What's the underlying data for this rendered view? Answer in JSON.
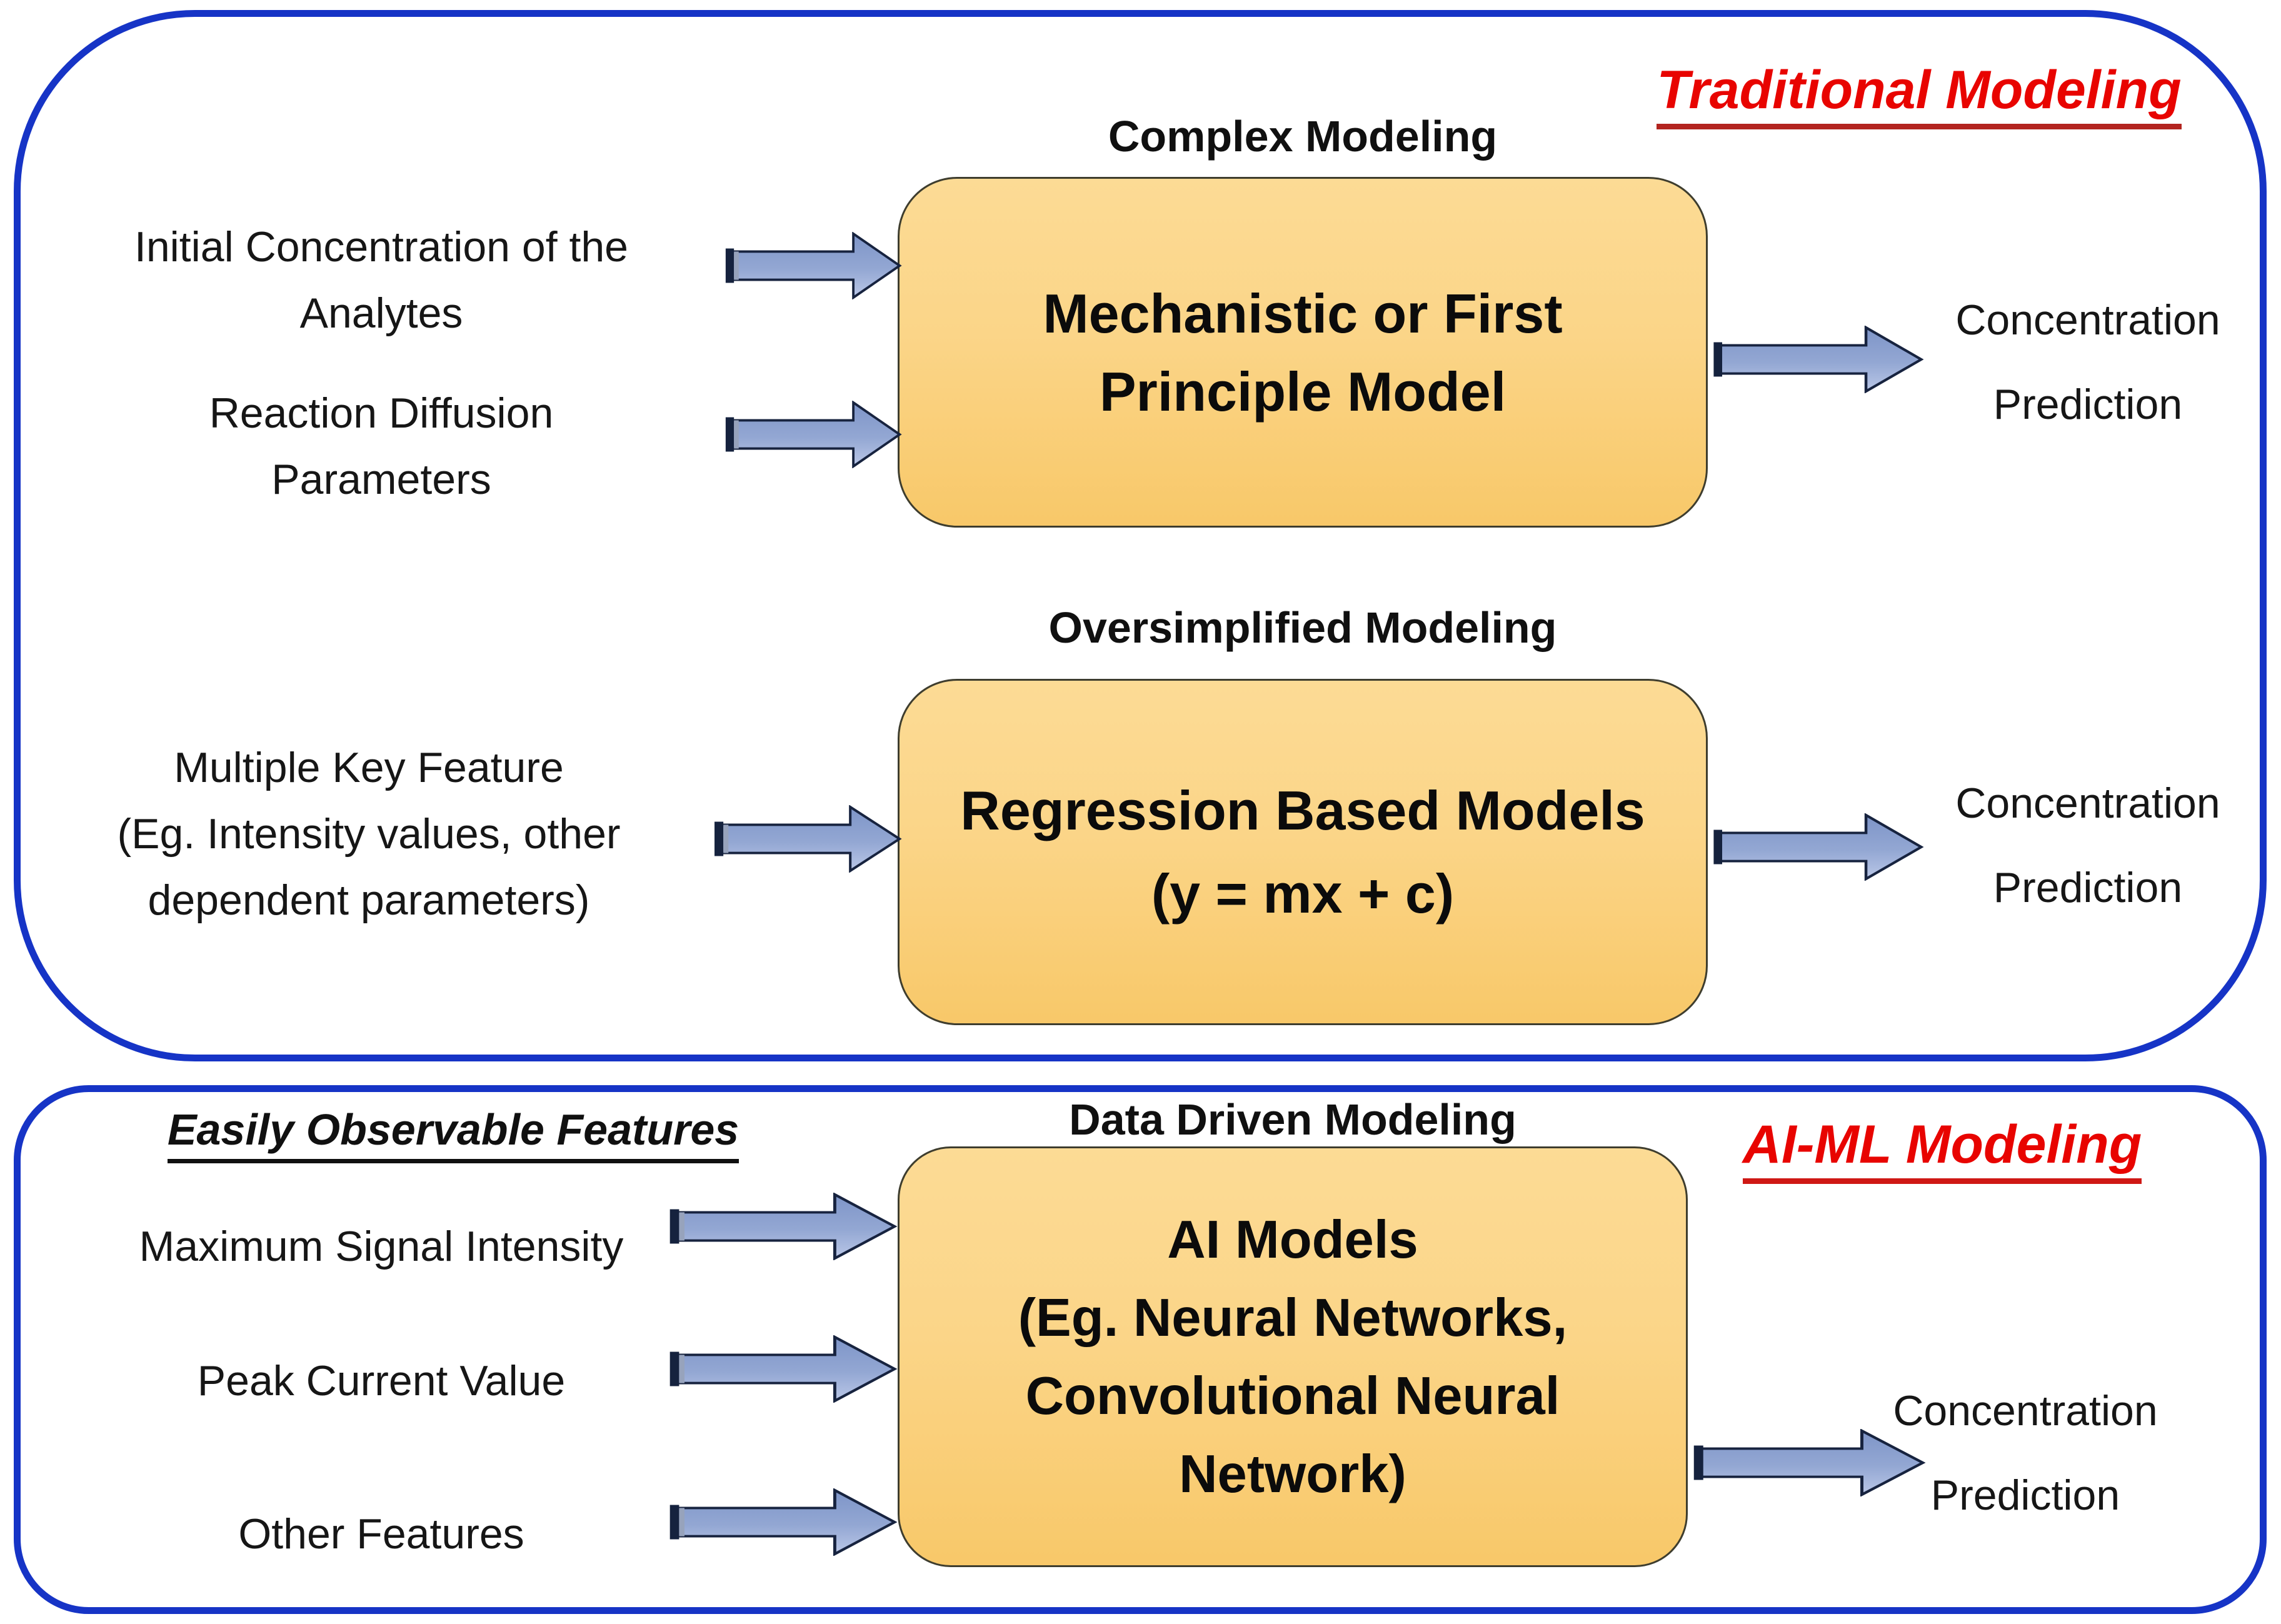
{
  "traditional": {
    "badge": "Traditional Modeling",
    "complex": {
      "heading": "Complex Modeling",
      "box": "Mechanistic or First\nPrinciple Model",
      "inputs": [
        "Initial Concentration of the\nAnalytes",
        "Reaction Diffusion\nParameters"
      ],
      "output": "Concentration\nPrediction"
    },
    "oversimplified": {
      "heading": "Oversimplified Modeling",
      "box": "Regression Based Models\n(y = mx + c)",
      "inputs": [
        "Multiple Key Feature\n(Eg. Intensity values, other\ndependent parameters)"
      ],
      "output": "Concentration\nPrediction"
    }
  },
  "aiml": {
    "badge": "AI-ML Modeling",
    "features_heading": "Easily Observable Features",
    "heading": "Data Driven Modeling",
    "box": "AI Models\n(Eg. Neural Networks,\nConvolutional Neural\nNetwork)",
    "inputs": [
      "Maximum Signal Intensity",
      "Peak Current Value",
      "Other Features"
    ],
    "output": "Concentration\nPrediction"
  },
  "colors": {
    "container_border": "#1634C6",
    "accent_red": "#E80400",
    "box_fill_top": "#FCDB95",
    "box_fill_bottom": "#F8C869",
    "arrow_fill_top": "#7E95C8",
    "arrow_fill_bottom": "#BAC7E7",
    "arrow_outline": "#17233F"
  }
}
